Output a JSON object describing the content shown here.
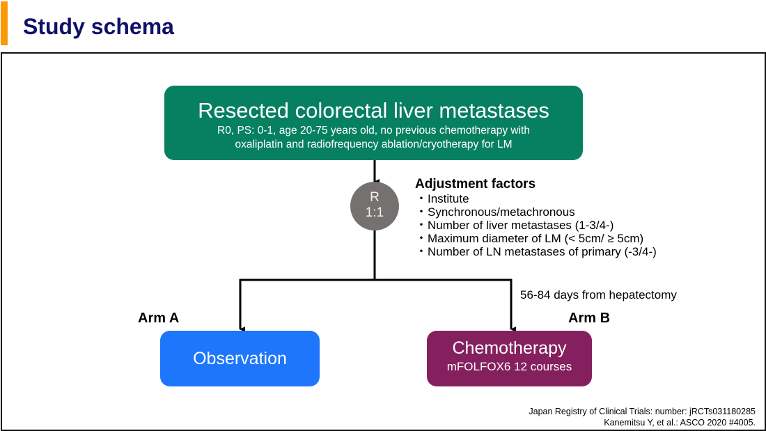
{
  "header": {
    "title": "Study schema",
    "accent_color": "#fb9a08",
    "title_color": "#10106a"
  },
  "population": {
    "title": "Resected colorectal liver metastases",
    "criteria_line1": "R0, PS: 0-1, age 20-75 years old, no previous chemotherapy with",
    "criteria_line2": "oxaliplatin and radiofrequency ablation/cryotherapy for LM",
    "color": "#078061"
  },
  "randomization": {
    "label": "R",
    "ratio": "1:1",
    "color": "#767171"
  },
  "adjustment_factors": {
    "heading": "Adjustment factors",
    "bullet": "・",
    "items": [
      "Institute",
      "Synchronous/metachronous",
      "Number of liver metastases (1-3/4-)",
      "Maximum diameter of LM (< 5cm/ ≥ 5cm)",
      "Number of LN metastases of primary (-3/4-)"
    ]
  },
  "timing_note": "56-84 days from hepatectomy",
  "arms": {
    "a": {
      "label": "Arm A",
      "treatment": "Observation",
      "color": "#1d76fb"
    },
    "b": {
      "label": "Arm B",
      "treatment": "Chemotherapy",
      "detail": "mFOLFOX6 12 courses",
      "color": "#85205f"
    }
  },
  "citation": {
    "line1": "Japan Registry of Clinical Trials: number:  jRCTs031180285",
    "line2": "Kanemitsu Y, et al.: ASCO 2020 #4005."
  }
}
